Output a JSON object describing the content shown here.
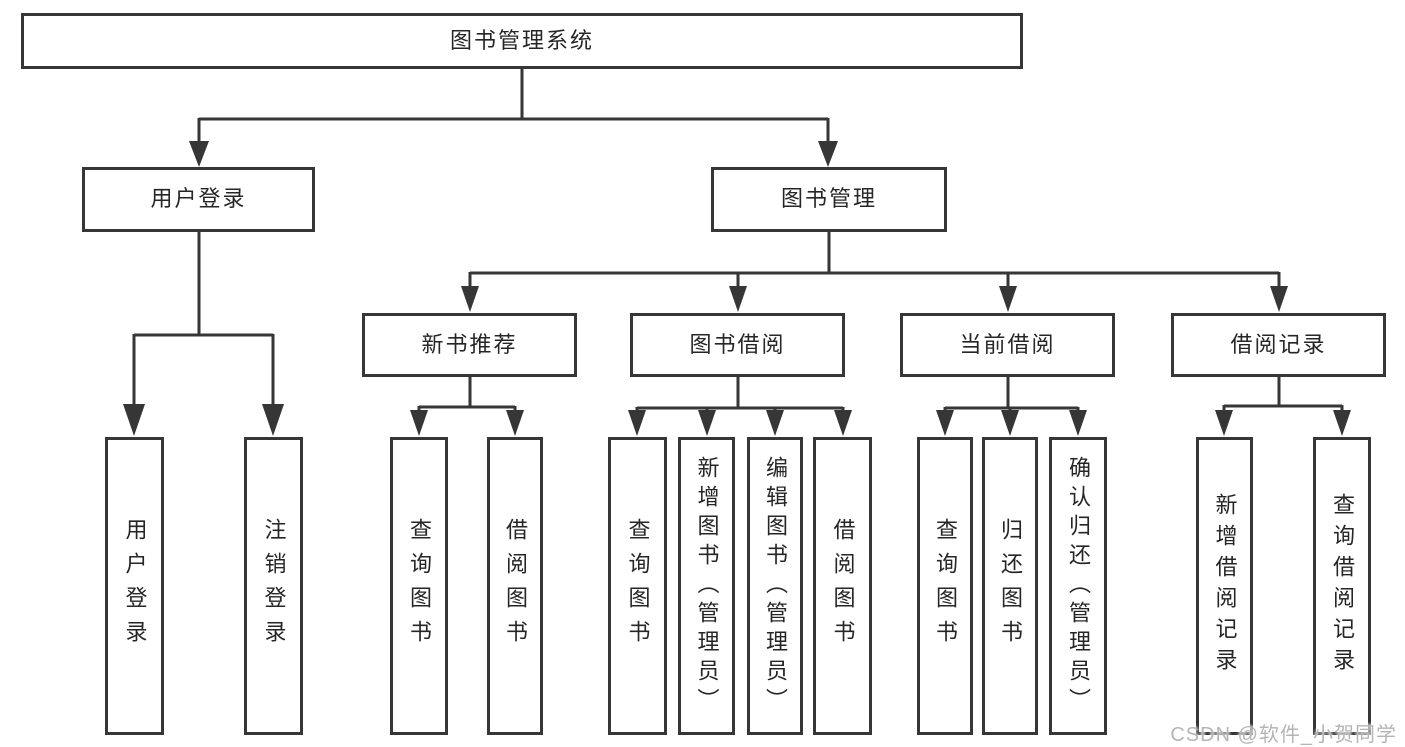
{
  "colors": {
    "line": "#363636",
    "text": "#262626",
    "box_background": "#ffffff",
    "watermark": "#b5b5b5"
  },
  "watermark": "CSDN @软件_小贺同学",
  "tree": {
    "root": {
      "label": "图书管理系统"
    },
    "children": [
      {
        "label": "用户登录",
        "children": [
          {
            "label": "用户登录"
          },
          {
            "label": "注销登录"
          }
        ]
      },
      {
        "label": "图书管理",
        "children": [
          {
            "label": "新书推荐",
            "children": [
              {
                "label": "查询图书"
              },
              {
                "label": "借阅图书"
              }
            ]
          },
          {
            "label": "图书借阅",
            "children": [
              {
                "label": "查询图书"
              },
              {
                "label": "新增图书（管理员）"
              },
              {
                "label": "编辑图书（管理员）"
              },
              {
                "label": "借阅图书"
              }
            ]
          },
          {
            "label": "当前借阅",
            "children": [
              {
                "label": "查询图书"
              },
              {
                "label": "归还图书"
              },
              {
                "label": "确认归还（管理员）"
              }
            ]
          },
          {
            "label": "借阅记录",
            "children": [
              {
                "label": "新增借阅记录"
              },
              {
                "label": "查询借阅记录"
              }
            ]
          }
        ]
      }
    ]
  }
}
